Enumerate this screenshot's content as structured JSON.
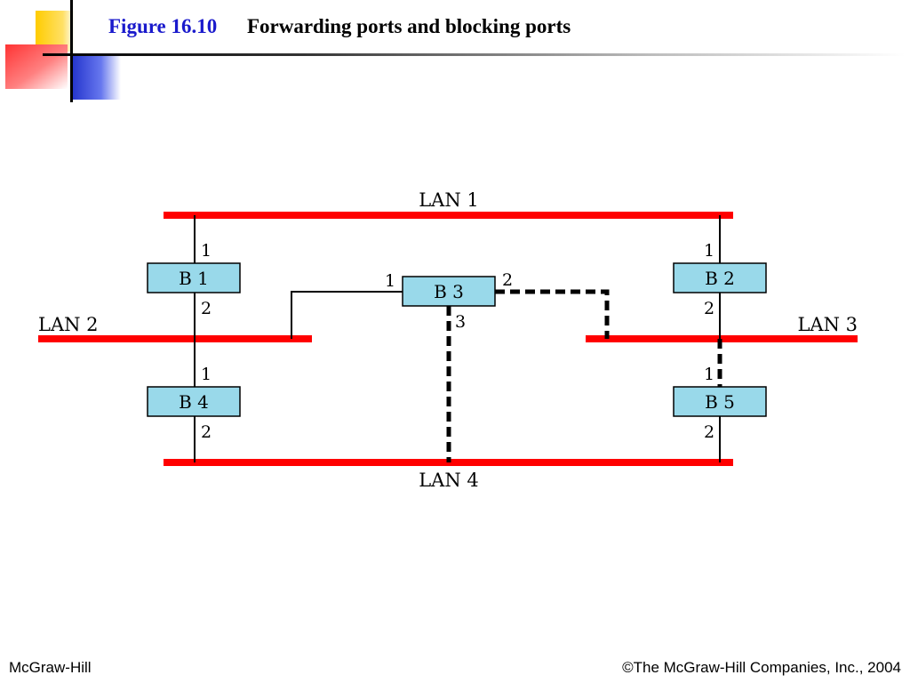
{
  "title": {
    "figure_number": "Figure 16.10",
    "caption": "Forwarding ports and blocking ports"
  },
  "diagram": {
    "lans": [
      {
        "id": "lan1",
        "label": "LAN 1"
      },
      {
        "id": "lan2",
        "label": "LAN 2"
      },
      {
        "id": "lan3",
        "label": "LAN 3"
      },
      {
        "id": "lan4",
        "label": "LAN 4"
      }
    ],
    "bridges": [
      {
        "id": "b1",
        "label": "B 1",
        "ports": {
          "top": "1",
          "bottom": "2"
        }
      },
      {
        "id": "b2",
        "label": "B 2",
        "ports": {
          "top": "1",
          "bottom": "2"
        }
      },
      {
        "id": "b3",
        "label": "B 3",
        "ports": {
          "left": "1",
          "right": "2",
          "bottom": "3"
        }
      },
      {
        "id": "b4",
        "label": "B 4",
        "ports": {
          "top": "1",
          "bottom": "2"
        }
      },
      {
        "id": "b5",
        "label": "B 5",
        "ports": {
          "top": "1",
          "bottom": "2"
        }
      }
    ],
    "colors": {
      "lan": "#ff0000",
      "bridge_fill": "#99d9ea",
      "link": "#000000"
    }
  },
  "footer": {
    "left": "McGraw-Hill",
    "right": "©The McGraw-Hill Companies, Inc., 2004"
  }
}
